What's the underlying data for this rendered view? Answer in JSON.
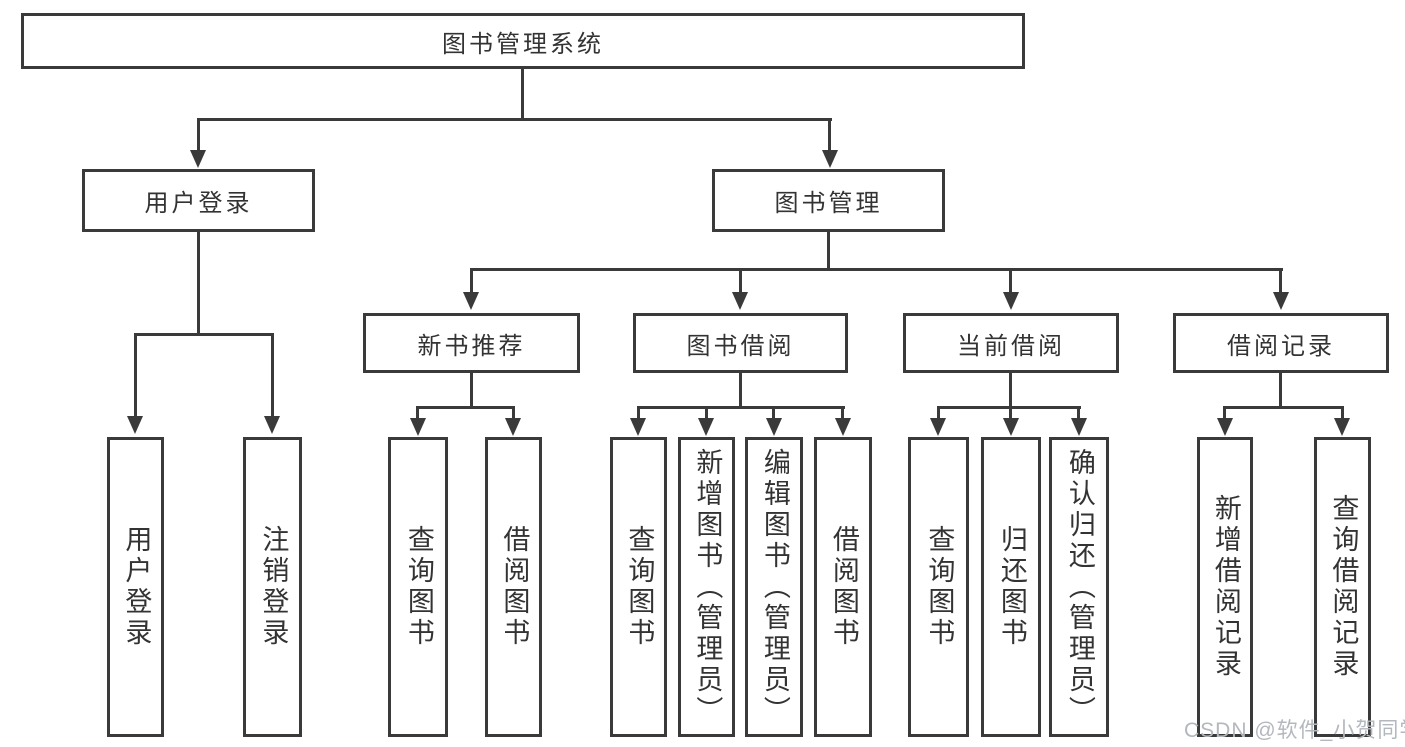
{
  "diagram": {
    "watermark": "CSDN @软件_小贺同学",
    "colors": {
      "line": "#3a3a3a",
      "box_border": "#3a3a3a",
      "text": "#333333",
      "watermark": "#b3b8be",
      "background": "#ffffff"
    },
    "tree": {
      "root": {
        "label": "图书管理系统",
        "children": [
          {
            "label": "用户登录",
            "children": [
              {
                "label": "用户登录"
              },
              {
                "label": "注销登录"
              }
            ]
          },
          {
            "label": "图书管理",
            "children": [
              {
                "label": "新书推荐",
                "children": [
                  {
                    "label": "查询图书"
                  },
                  {
                    "label": "借阅图书"
                  }
                ]
              },
              {
                "label": "图书借阅",
                "children": [
                  {
                    "label": "查询图书"
                  },
                  {
                    "label": "新增图书（管理员）"
                  },
                  {
                    "label": "编辑图书（管理员）"
                  },
                  {
                    "label": "借阅图书"
                  }
                ]
              },
              {
                "label": "当前借阅",
                "children": [
                  {
                    "label": "查询图书"
                  },
                  {
                    "label": "归还图书"
                  },
                  {
                    "label": "确认归还（管理员）"
                  }
                ]
              },
              {
                "label": "借阅记录",
                "children": [
                  {
                    "label": "新增借阅记录"
                  },
                  {
                    "label": "查询借阅记录"
                  }
                ]
              }
            ]
          }
        ]
      }
    }
  }
}
